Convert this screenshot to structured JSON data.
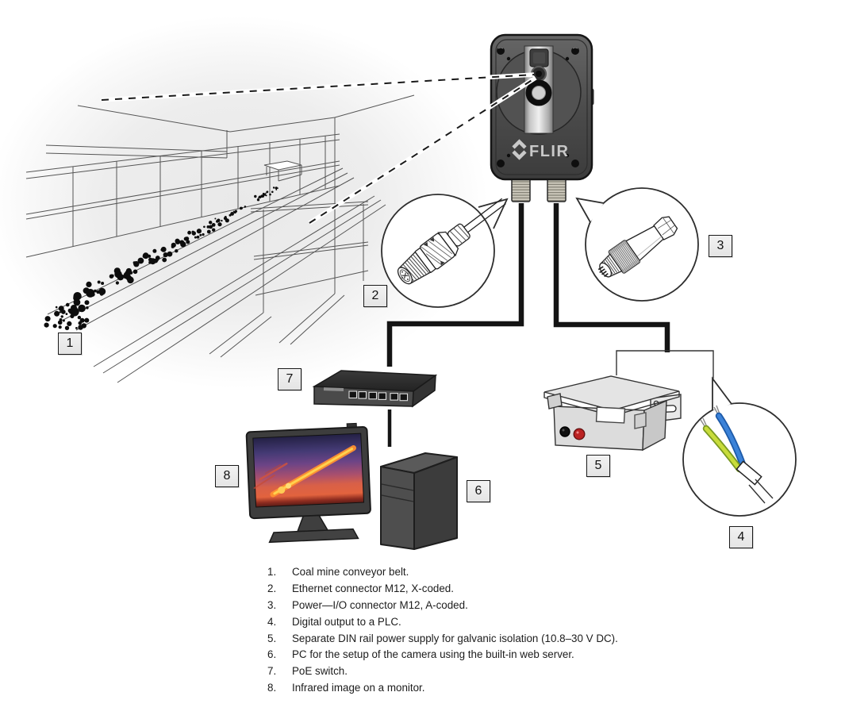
{
  "figure": {
    "kind": "camera-system-overview-diagram",
    "background": "#ffffff"
  },
  "camera": {
    "brand": "FLIR"
  },
  "callouts": [
    {
      "num": "1",
      "target": "coal-mine-conveyor-belt"
    },
    {
      "num": "2",
      "target": "ethernet-connector-m12-x-coded"
    },
    {
      "num": "3",
      "target": "power-io-connector-m12-a-coded"
    },
    {
      "num": "4",
      "target": "digital-output-wires-to-plc"
    },
    {
      "num": "5",
      "target": "din-rail-power-supply"
    },
    {
      "num": "6",
      "target": "pc-tower"
    },
    {
      "num": "7",
      "target": "poe-switch"
    },
    {
      "num": "8",
      "target": "infrared-monitor"
    }
  ],
  "legend": {
    "items": [
      {
        "num": "1.",
        "text": "Coal mine conveyor belt."
      },
      {
        "num": "2.",
        "text": "Ethernet connector M12, X-coded."
      },
      {
        "num": "3.",
        "text": "Power—I/O connector M12, A-coded."
      },
      {
        "num": "4.",
        "text": "Digital output to a PLC."
      },
      {
        "num": "5.",
        "text": "Separate DIN rail power supply for galvanic isolation (10.8–30 V DC)."
      },
      {
        "num": "6.",
        "text": "PC for the setup of the camera using the built-in web server."
      },
      {
        "num": "7.",
        "text": "PoE switch."
      },
      {
        "num": "8.",
        "text": "Infrared image on a monitor."
      }
    ]
  },
  "colors": {
    "line": "#1a1a1a",
    "scene_line": "#555555",
    "camera_body": "#4c4c4c",
    "wire_blue": "#2a6fc9",
    "wire_yellow_green": "#b5c832",
    "terminal_red": "#bb2222",
    "terminal_black": "#111111",
    "thermal_hot": "#ff9030",
    "thermal_core": "#ffd24d",
    "logo_gray": "#c9c9c9"
  }
}
